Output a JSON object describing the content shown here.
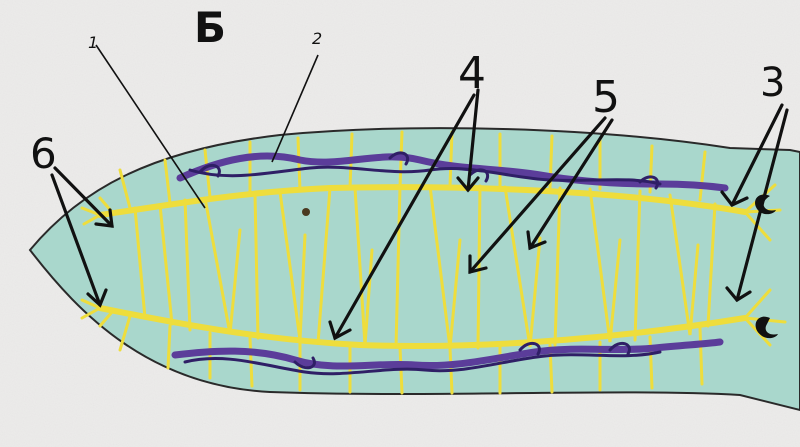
{
  "figure_letter": "Б",
  "printed_labels": [
    "1",
    "2"
  ],
  "handwritten_labels": [
    "3",
    "4",
    "5",
    "6"
  ],
  "colors": {
    "paper": "#ecebea",
    "body_fill": "#a9d7cc",
    "nerve": "#eedd3c",
    "nerve_dark": "#bca417",
    "vessel": "#5b3d9a",
    "vessel_dark": "#2f1f66",
    "ink": "#111111"
  }
}
